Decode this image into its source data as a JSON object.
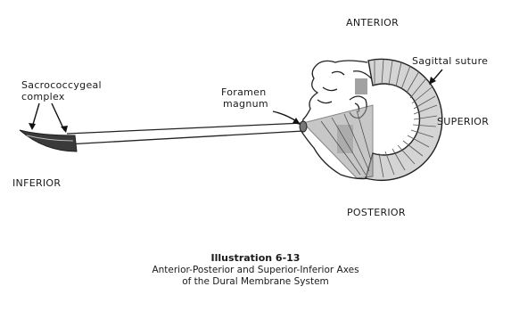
{
  "labels": {
    "anterior": "ANTERIOR",
    "posterior": "POSTERIOR",
    "superior": "SUPERIOR",
    "inferior": "INFERIOR",
    "sagittal_suture": "Sagittal suture",
    "foramen_magnum_1": "Foramen",
    "foramen_magnum_2": "magnum",
    "sacrococcygeal_1": "Sacrococcygeal",
    "sacrococcygeal_2": "complex"
  },
  "caption": {
    "title": "Illustration 6-13",
    "line1": "Anterior-Posterior and Superior-Inferior Axes",
    "line2": "of the Dural Membrane System"
  }
}
